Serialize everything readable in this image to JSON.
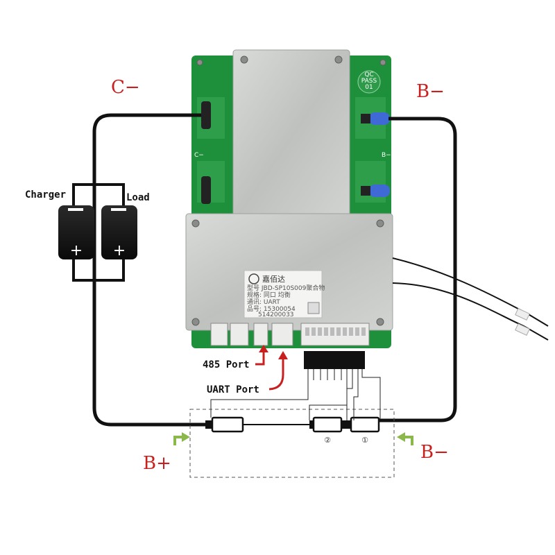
{
  "terminals": {
    "c_minus": "C−",
    "b_minus_top": "B−",
    "b_plus": "B+",
    "b_minus_bottom": "B−"
  },
  "devices": {
    "charger": "Charger",
    "load": "Load",
    "plus_sign": "+"
  },
  "ports": {
    "rs485": "485 Port",
    "uart": "UART Port"
  },
  "pcb": {
    "silk_c_minus": "C−",
    "silk_b_minus_1": "B−",
    "silk_b_minus_2": "B−",
    "qc_line1": "QC",
    "qc_line2": "PASS",
    "qc_line3": "01"
  },
  "product_label": {
    "brand": "嘉佰达",
    "model": "型号 JBD-SP10S009聚合物",
    "spec": "规格:     同口 均衡",
    "comm": "通讯: UART",
    "part": "品号: 15300054",
    "serial": "514200033"
  },
  "shunts": {
    "marker_2": "②",
    "marker_1": "①"
  },
  "colors": {
    "label_red": "#c8201f",
    "arrow_red": "#c8201f",
    "arrow_green": "#8ab84a",
    "pcb_green": "#1e8f3a",
    "wire": "#111111",
    "heatsink": "#c9cbc9"
  }
}
